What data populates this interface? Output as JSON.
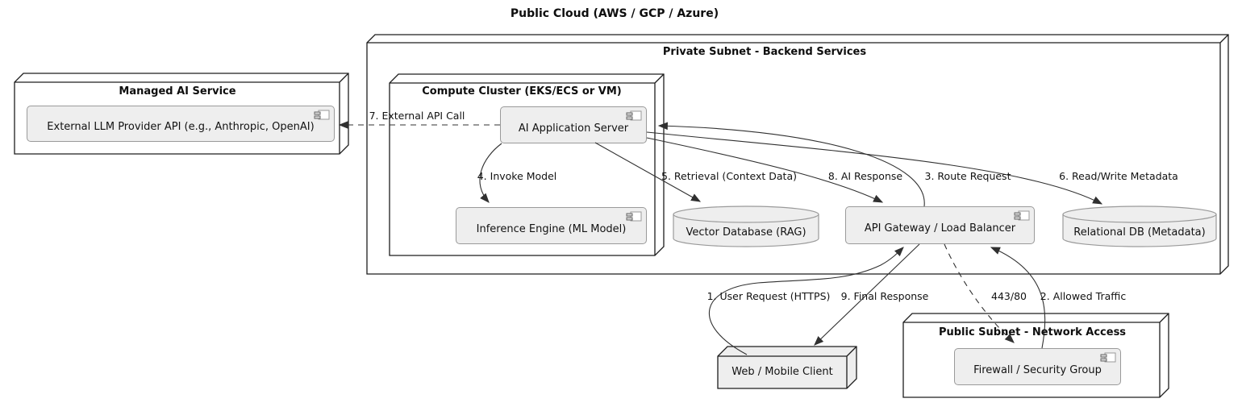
{
  "title": "Public Cloud (AWS / GCP / Azure)",
  "groups": {
    "private_subnet": "Private Subnet - Backend Services",
    "compute_cluster": "Compute Cluster (EKS/ECS or VM)",
    "managed_ai": "Managed AI Service",
    "public_subnet": "Public Subnet - Network Access"
  },
  "components": {
    "external_llm": "External LLM Provider API (e.g., Anthropic, OpenAI)",
    "ai_app_server": "AI Application Server",
    "inference_engine": "Inference Engine (ML Model)",
    "api_gateway": "API Gateway / Load Balancer",
    "firewall": "Firewall / Security Group"
  },
  "databases": {
    "vector_db": "Vector Database (RAG)",
    "relational_db": "Relational DB (Metadata)"
  },
  "nodes": {
    "web_client": "Web / Mobile Client"
  },
  "edges": {
    "e1": "1. User Request (HTTPS)",
    "e2": "2. Allowed Traffic",
    "e3": "3. Route Request",
    "e4": "4. Invoke Model",
    "e5": "5. Retrieval (Context Data)",
    "e6": "6. Read/Write Metadata",
    "e7": "7. External API Call",
    "e8": "8. AI Response",
    "e9": "9. Final Response",
    "e443": "443/80"
  },
  "colors": {
    "background": "#ffffff",
    "node_border": "#1d1d1d",
    "group_fill": "#ffffff",
    "leaf_node_fill": "#eeeeee",
    "component_fill": "#eeeeee",
    "component_border": "#9a9a9a",
    "edge": "#303030",
    "text": "#121212"
  }
}
